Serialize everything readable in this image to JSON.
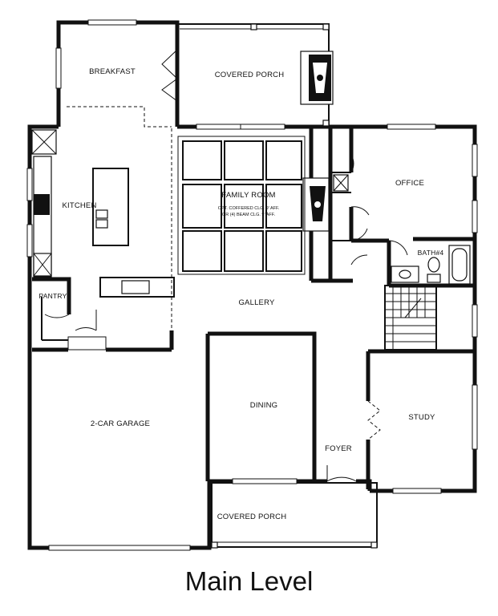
{
  "title": "Main Level",
  "rooms": {
    "breakfast": "BREAKFAST",
    "covered_porch_rear": "COVERED PORCH",
    "kitchen": "KITCHEN",
    "family_room": "FAMILY ROOM",
    "family_room_note_1": "OPT. COFFERED CLG. 9' AFF.",
    "family_room_note_2": "OR (4) BEAM CLG. 9' AFF.",
    "office": "OFFICE",
    "bath4": "BATH#4",
    "pantry": "PANTRY",
    "gallery": "GALLERY",
    "garage": "2-CAR GARAGE",
    "dining": "DINING",
    "foyer": "FOYER",
    "study": "STUDY",
    "covered_porch_front": "COVERED PORCH"
  }
}
